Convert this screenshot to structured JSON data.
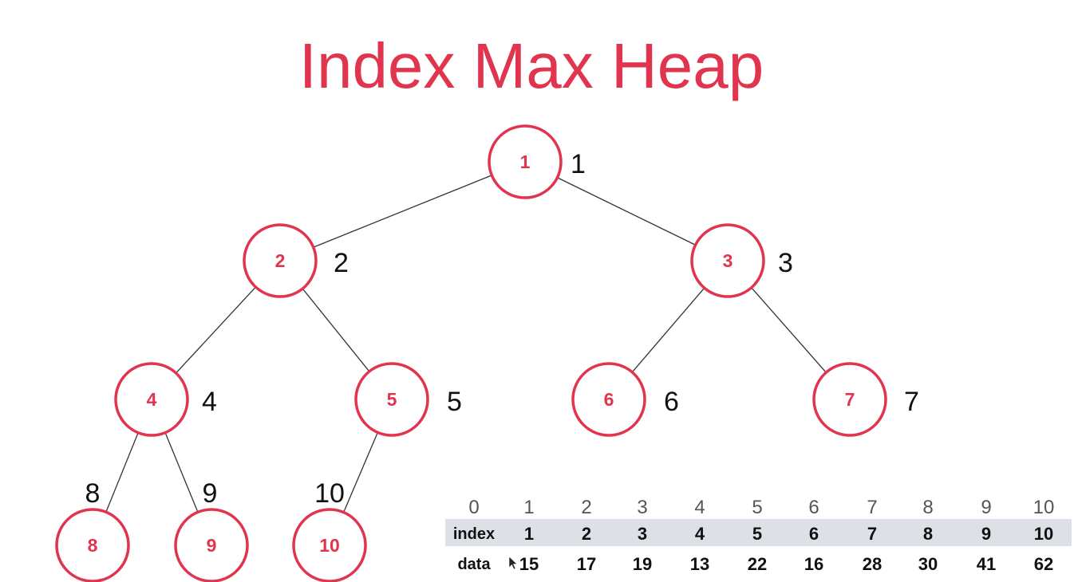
{
  "title": "Index Max Heap",
  "colors": {
    "accent": "#e0344f",
    "edge": "#333333",
    "text": "#111111",
    "header_text": "#555555",
    "index_row_bg": "#dde1e7"
  },
  "tree": {
    "nodes": [
      {
        "id": 1,
        "label": "1",
        "position": "1"
      },
      {
        "id": 2,
        "label": "2",
        "position": "2"
      },
      {
        "id": 3,
        "label": "3",
        "position": "3"
      },
      {
        "id": 4,
        "label": "4",
        "position": "4"
      },
      {
        "id": 5,
        "label": "5",
        "position": "5"
      },
      {
        "id": 6,
        "label": "6",
        "position": "6"
      },
      {
        "id": 7,
        "label": "7",
        "position": "7"
      },
      {
        "id": 8,
        "label": "8",
        "position": "8"
      },
      {
        "id": 9,
        "label": "9",
        "position": "9"
      },
      {
        "id": 10,
        "label": "10",
        "position": "10"
      }
    ],
    "edges": [
      [
        1,
        2
      ],
      [
        1,
        3
      ],
      [
        2,
        4
      ],
      [
        2,
        5
      ],
      [
        3,
        6
      ],
      [
        3,
        7
      ],
      [
        4,
        8
      ],
      [
        4,
        9
      ],
      [
        5,
        10
      ]
    ]
  },
  "table": {
    "header": [
      "0",
      "1",
      "2",
      "3",
      "4",
      "5",
      "6",
      "7",
      "8",
      "9",
      "10"
    ],
    "index_label": "index",
    "index": [
      "1",
      "2",
      "3",
      "4",
      "5",
      "6",
      "7",
      "8",
      "9",
      "10"
    ],
    "data_label": "data",
    "data": [
      "15",
      "17",
      "19",
      "13",
      "22",
      "16",
      "28",
      "30",
      "41",
      "62"
    ]
  },
  "cursor_icon": "arrow-cursor-icon"
}
